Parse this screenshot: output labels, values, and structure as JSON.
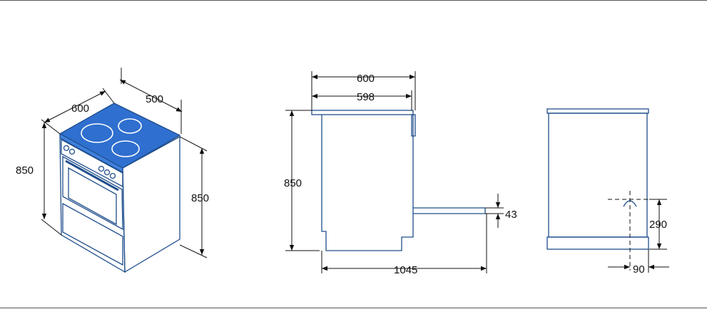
{
  "colors": {
    "outline": "#1f4e8c",
    "hob_fill": "#2f6fcf",
    "hob_fill_light": "#3f80dd",
    "dimension": "#111111",
    "frame": "#555555"
  },
  "dimensions": {
    "iso_width": "600",
    "iso_depth": "500",
    "iso_height_left": "850",
    "iso_height_right": "850",
    "side_top_width": "600",
    "side_inner_width": "598",
    "side_height": "850",
    "side_open_depth": "1045",
    "side_door_thickness": "43",
    "back_height": "290",
    "back_offset": "90"
  }
}
